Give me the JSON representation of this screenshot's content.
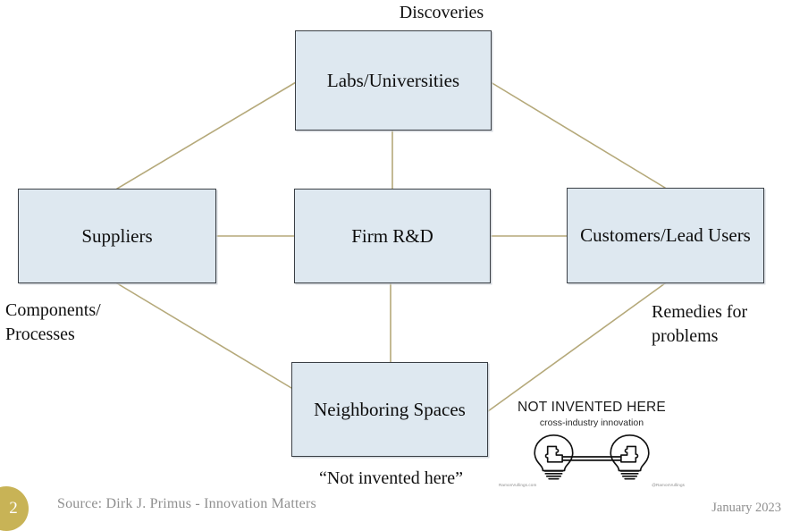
{
  "slide": {
    "background": "#ffffff",
    "node_fill": "#dee8f0",
    "node_border": "#3a3f45",
    "connector_color": "#b5a97a",
    "accent_gold": "#c8b356"
  },
  "nodes": {
    "labs": "Labs/Universities",
    "suppliers": "Suppliers",
    "firm": "Firm\nR&D",
    "customers": "Customers/Lead\nUsers",
    "neighboring": "Neighboring\nSpaces"
  },
  "labels": {
    "discoveries": "Discoveries",
    "components": "Components/\nProcesses",
    "remedies": "Remedies for\nproblems",
    "not_invented_here_quote": "“Not invented here”"
  },
  "logo": {
    "title": "NOT INVENTED HERE",
    "subtitle": "cross-industry innovation",
    "url": "RamonVullings.com",
    "handle": "@RamonVullings",
    "art": "two-lightbulbs-with-puzzle-pieces"
  },
  "footer": {
    "page_number": "2",
    "source": "Source: Dirk  J. Primus - Innovation Matters",
    "date": "January 2023"
  },
  "connectors": [
    {
      "from": "suppliers",
      "to": "labs",
      "kind": "diagonal"
    },
    {
      "from": "labs",
      "to": "customers",
      "kind": "diagonal"
    },
    {
      "from": "labs",
      "to": "firm",
      "kind": "vertical"
    },
    {
      "from": "suppliers",
      "to": "firm",
      "kind": "horizontal"
    },
    {
      "from": "firm",
      "to": "customers",
      "kind": "horizontal"
    },
    {
      "from": "firm",
      "to": "neighboring",
      "kind": "vertical"
    },
    {
      "from": "suppliers",
      "to": "neighboring",
      "kind": "diagonal"
    },
    {
      "from": "neighboring",
      "to": "customers",
      "kind": "diagonal"
    }
  ]
}
